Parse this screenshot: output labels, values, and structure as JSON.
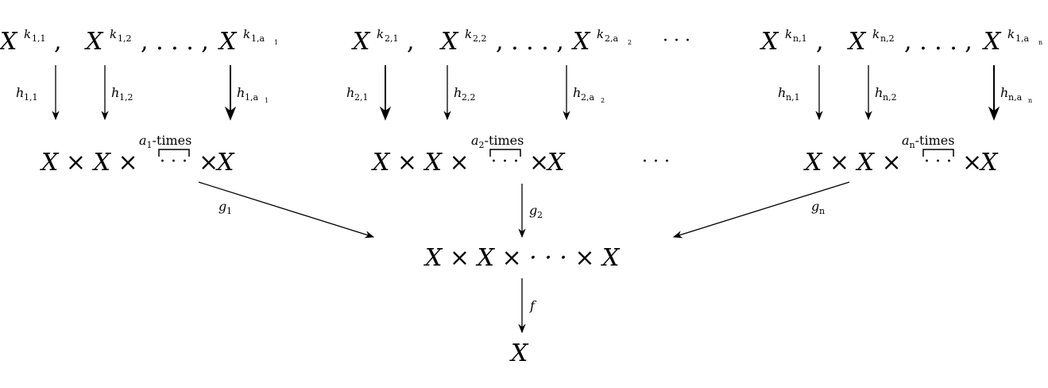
{
  "top_row": [
    [
      {
        "base": "X",
        "k": "k",
        "sub": "1,1",
        "sep": ","
      },
      {
        "base": "X",
        "k": "k",
        "sub": "1,2",
        "sep": ", . . . ,"
      },
      {
        "base": "X",
        "k": "k",
        "sub": "1,a",
        "subsub": "1",
        "sep": ""
      }
    ],
    [
      {
        "base": "X",
        "k": "k",
        "sub": "2,1",
        "sep": ","
      },
      {
        "base": "X",
        "k": "k",
        "sub": "2,2",
        "sep": ", . . . ,"
      },
      {
        "base": "X",
        "k": "k",
        "sub": "2,a",
        "subsub": "2",
        "sep": ""
      }
    ],
    [
      {
        "base": "X",
        "k": "k",
        "sub": "n,1",
        "sep": ","
      },
      {
        "base": "X",
        "k": "k",
        "sub": "n,2",
        "sep": ", . . . ,"
      },
      {
        "base": "X",
        "k": "k",
        "sub": "1,a",
        "subsub": "n",
        "sep": ""
      }
    ]
  ],
  "top_ellipsis": "· · ·",
  "h_labels": [
    [
      {
        "h": "h",
        "sub": "1,1"
      },
      {
        "h": "h",
        "sub": "1,2"
      },
      {
        "h": "h",
        "sub": "1,a",
        "subsub": "1"
      }
    ],
    [
      {
        "h": "h",
        "sub": "2,1"
      },
      {
        "h": "h",
        "sub": "2,2"
      },
      {
        "h": "h",
        "sub": "2,a",
        "subsub": "2"
      }
    ],
    [
      {
        "h": "h",
        "sub": "n,1"
      },
      {
        "h": "h",
        "sub": "n,2"
      },
      {
        "h": "h",
        "sub": "n,a",
        "subsub": "n"
      }
    ]
  ],
  "products": [
    {
      "left": "X × X × ",
      "dots": "· · ·",
      "right": " ×X",
      "brace_var": "a",
      "brace_sub": "1",
      "brace_text": "-times"
    },
    {
      "left": "X × X × ",
      "dots": "· · ·",
      "right": " ×X",
      "brace_var": "a",
      "brace_sub": "2",
      "brace_text": "-times"
    },
    {
      "left": "X × X × ",
      "dots": "· · ·",
      "right": " ×X",
      "brace_var": "a",
      "brace_sub": "n",
      "brace_text": "-times"
    }
  ],
  "middle_ellipsis": "· · ·",
  "g_labels": [
    {
      "g": "g",
      "sub": "1"
    },
    {
      "g": "g",
      "sub": "2"
    },
    {
      "g": "g",
      "sub": "n"
    }
  ],
  "center_product": "X × X × · · · × X",
  "f_label": "f",
  "result": "X"
}
